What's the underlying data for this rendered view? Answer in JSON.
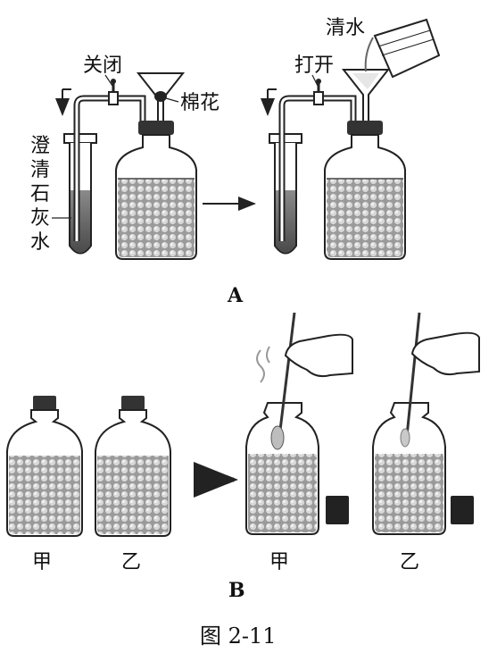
{
  "figure": {
    "caption": "图 2-11",
    "panel_a": {
      "label": "A",
      "left": {
        "valve_label": "关闭",
        "funnel_label": "棉花",
        "tube_label": [
          "澄",
          "清",
          "石",
          "灰",
          "水"
        ]
      },
      "right": {
        "water_label": "清水",
        "valve_label": "打开"
      }
    },
    "panel_b": {
      "label": "B",
      "before": [
        "甲",
        "乙"
      ],
      "after": [
        "甲",
        "乙"
      ]
    }
  }
}
